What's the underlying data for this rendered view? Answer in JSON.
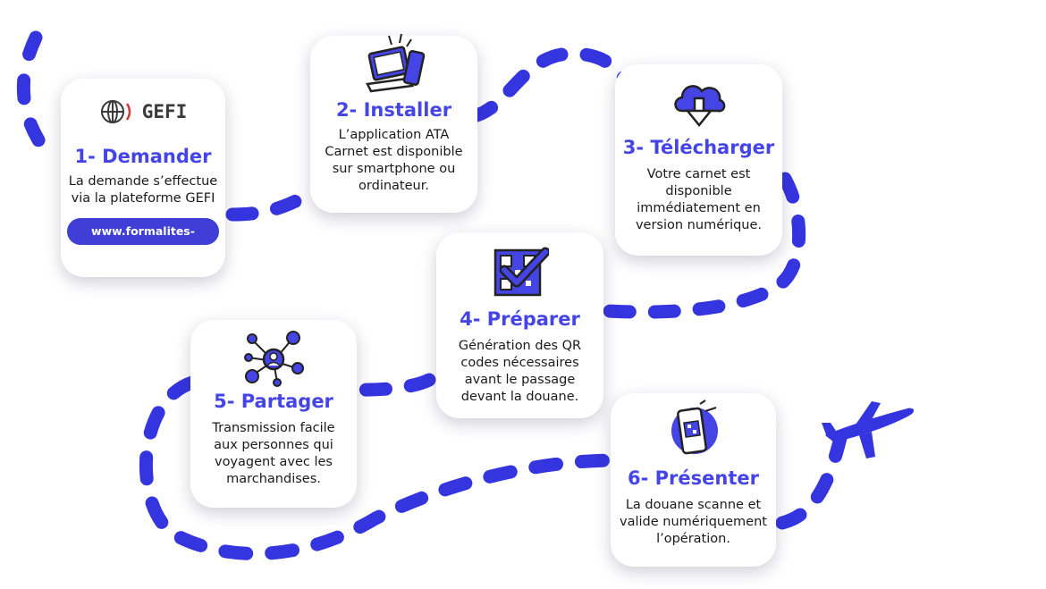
{
  "accent_color": "#4545e6",
  "path_color": "#3535e0",
  "steps": [
    {
      "icon": "gefi-globe-icon",
      "logo_text": "GEFI",
      "title": "1- Demander",
      "desc": "La demande s’effectue\nvia la plateforme GEFI",
      "link": "www.formalites-export.com"
    },
    {
      "icon": "laptop-phone-icon",
      "title": "2- Installer",
      "desc": "L’application ATA\nCarnet est disponible\nsur smartphone ou\nordinateur."
    },
    {
      "icon": "cloud-download-icon",
      "title": "3- Télécharger",
      "desc": "Votre carnet est\ndisponible\nimmédiatement en\nversion numérique."
    },
    {
      "icon": "qr-check-icon",
      "title": "4- Préparer",
      "desc": "Génération des QR\ncodes nécessaires\navant le passage\ndevant la douane."
    },
    {
      "icon": "share-network-icon",
      "title": "5- Partager",
      "desc": "Transmission facile\naux personnes qui\nvoyagent avec les\nmarchandises."
    },
    {
      "icon": "phone-qr-scan-icon",
      "title": "6- Présenter",
      "desc": "La douane scanne et\nvalide numériquement\nl’opération."
    }
  ]
}
